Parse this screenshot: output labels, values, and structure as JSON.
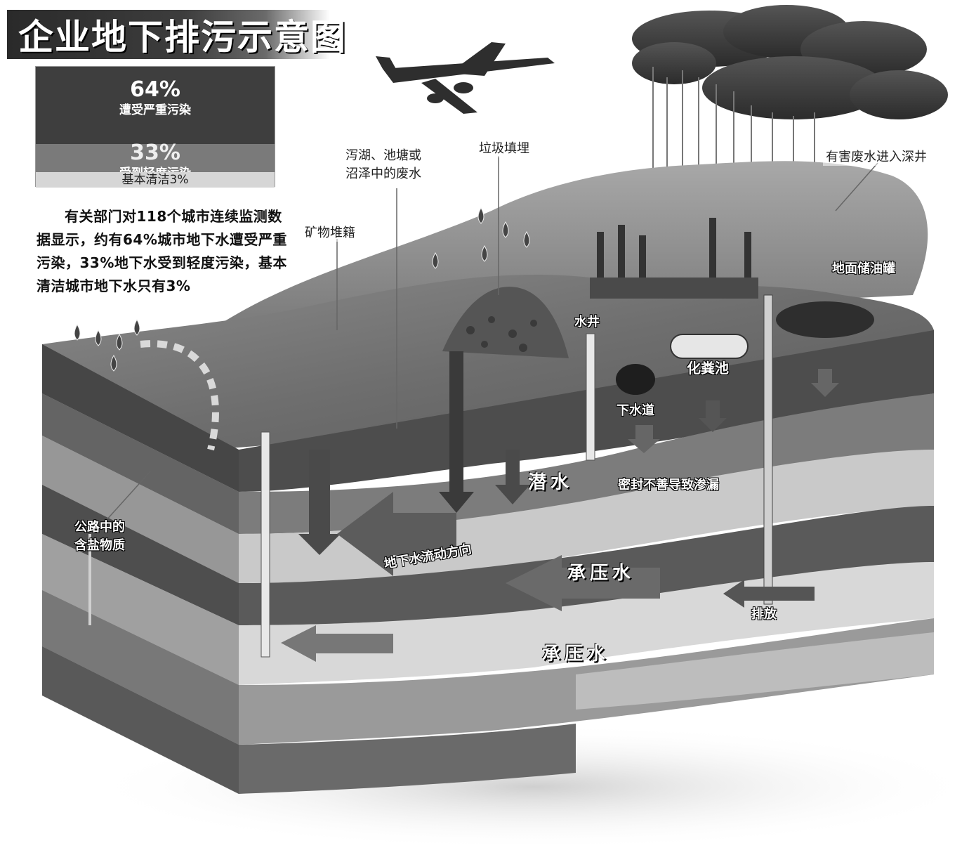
{
  "title": "企业地下排污示意图",
  "stats": {
    "severe_pct": "64%",
    "severe_label": "遭受严重污染",
    "mild_pct": "33%",
    "mild_label": "受到轻度污染",
    "clean_label": "基本清洁3%"
  },
  "description": "有关部门对118个城市连续监测数据显示，约有64%城市地下水遭受严重污染，33%地下水受到轻度污染，基本清洁城市地下水只有3%",
  "labels": {
    "mineral": "矿物堆籍",
    "lake_line1": "泻湖、池塘或",
    "lake_line2": "沼泽中的废水",
    "landfill": "垃圾填埋",
    "deep_well": "有害废水进入深井",
    "ground_tank": "地面储油罐",
    "well": "水井",
    "septic": "化粪池",
    "sewer": "下水道",
    "phreatic": "潜水",
    "seal_leak": "密封不善导致渗漏",
    "flow_dir": "地下水流动方向",
    "confined1": "承压水",
    "confined2": "承压水",
    "discharge": "排放",
    "road_line1": "公路中的",
    "road_line2": "含盐物质"
  },
  "colors": {
    "title_bg": "#2a2a2a",
    "severe_bg": "#3e3e3e",
    "mild_bg": "#7a7a7a"
  }
}
